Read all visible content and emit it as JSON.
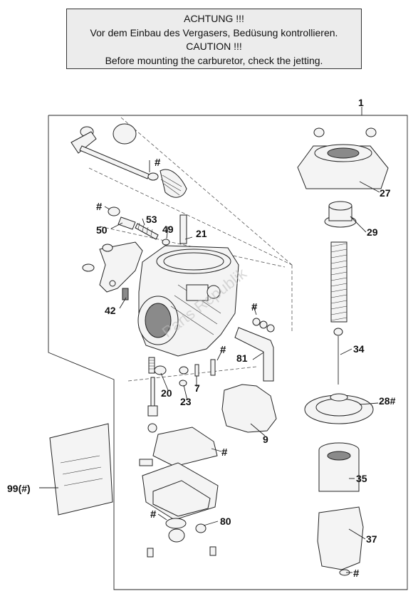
{
  "notice": {
    "lines": [
      "ACHTUNG !!!",
      "Vor dem Einbau des Vergasers, Bedüsung kontrollieren.",
      "CAUTION !!!",
      "Before mounting the carburetor, check the jetting."
    ]
  },
  "assembly_label": "1",
  "part_labels": {
    "p27": "27",
    "p29": "29",
    "p34": "34",
    "p28": "28#",
    "p35": "35",
    "p37": "37",
    "p50": "50",
    "p53": "53",
    "p49": "49",
    "p21": "21",
    "p42": "42",
    "p81": "81",
    "p20": "20",
    "p23": "23",
    "p7": "7",
    "p9": "9",
    "p99": "99(#)",
    "p80": "80"
  },
  "hash_label": "#",
  "watermark": "Parts Republik"
}
